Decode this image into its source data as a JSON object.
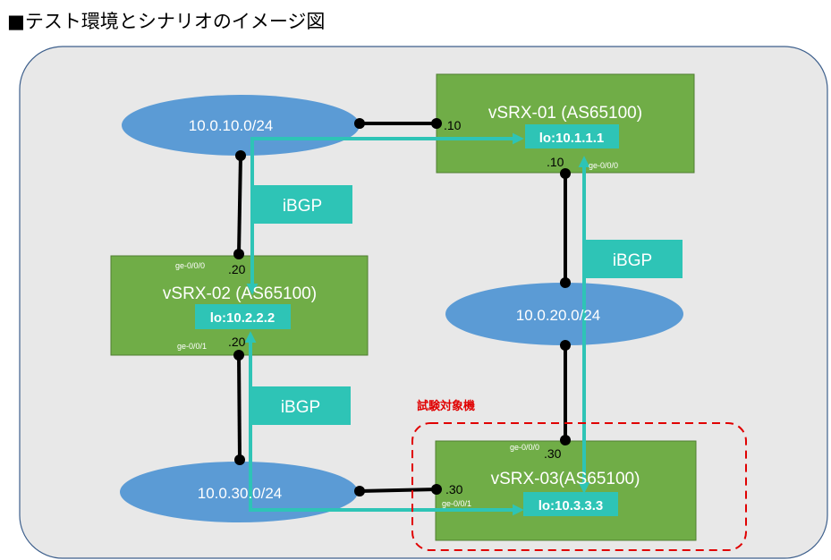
{
  "title": "■テスト環境とシナリオのイメージ図",
  "colors": {
    "panel_bg": "#e8e8e8",
    "panel_border": "#3d5f8c",
    "router_fill": "#70ad47",
    "network_fill": "#5b9bd5",
    "accent_teal": "#2ec4b6",
    "link_black": "#000000",
    "highlight_red": "#e00000"
  },
  "networks": {
    "net1": "10.0.10.0/24",
    "net2": "10.0.20.0/24",
    "net3": "10.0.30.0/24"
  },
  "routers": {
    "r1": {
      "name": "vSRX-01 (AS65100)",
      "loopback": "lo:10.1.1.1"
    },
    "r2": {
      "name": "vSRX-02 (AS65100)",
      "loopback": "lo:10.2.2.2"
    },
    "r3": {
      "name": "vSRX-03(AS65100)",
      "loopback": "lo:10.3.3.3"
    }
  },
  "addresses": {
    "r1_net1": ".10",
    "r1_net2": ".10",
    "r2_net1": ".20",
    "r2_net3": ".20",
    "r3_net2": ".30",
    "r3_net3": ".30"
  },
  "interfaces": {
    "r1_ge0": "ge-0/0/0",
    "r2_ge0": "ge-0/0/0",
    "r2_ge1": "ge-0/0/1",
    "r3_ge0": "ge-0/0/0",
    "r3_ge1": "ge-0/0/1"
  },
  "sessions": {
    "ibgp_r1_r2": "iBGP",
    "ibgp_r1_r3": "iBGP",
    "ibgp_r2_r3": "iBGP"
  },
  "target_label": "試験対象機"
}
